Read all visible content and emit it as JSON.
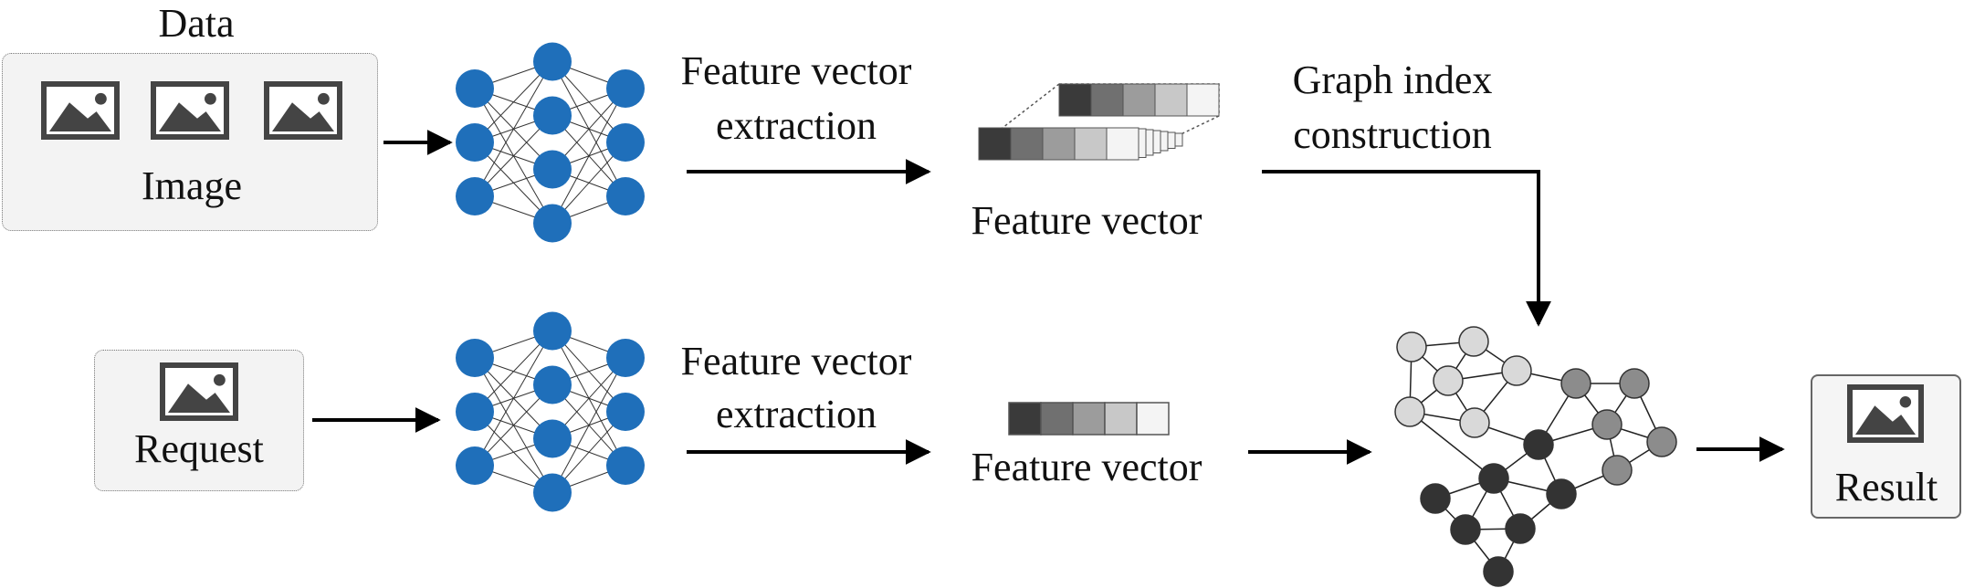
{
  "labels": {
    "data": "Data",
    "image": "Image",
    "request": "Request",
    "extraction_top_line1": "Feature vector",
    "extraction_top_line2": "extraction",
    "extraction_bottom_line1": "Feature vector",
    "extraction_bottom_line2": "extraction",
    "feature_vector_top": "Feature vector",
    "feature_vector_bottom": "Feature vector",
    "graph_index_line1": "Graph index",
    "graph_index_line2": "construction",
    "result": "Result"
  },
  "colors": {
    "neuron": "#1f6fba",
    "arrow": "#000000",
    "vector_shades": [
      "#3a3a3a",
      "#707070",
      "#9c9c9c",
      "#c8c8c8",
      "#f4f4f4"
    ],
    "graph_light": "#d9d9d9",
    "graph_mid": "#8c8c8c",
    "graph_dark": "#333333"
  },
  "icons": {
    "data_images": [
      "image-icon",
      "image-icon",
      "image-icon"
    ],
    "request_image": "image-icon",
    "result_image": "image-icon"
  },
  "network": {
    "layers": [
      3,
      4,
      3
    ]
  }
}
